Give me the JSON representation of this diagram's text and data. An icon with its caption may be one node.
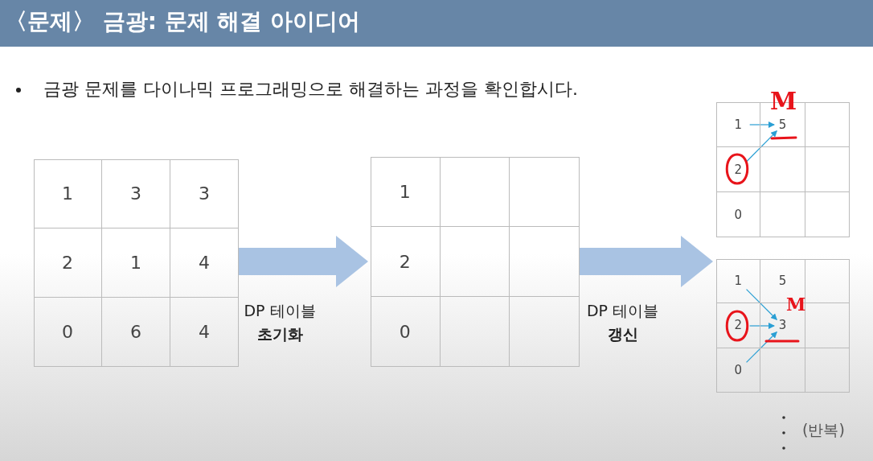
{
  "diagram": {
    "title": "〈문제〉 금광: 문제 해결 아이디어",
    "nodes": [
      {
        "text": [],
        "shape": "box"
      },
      {
        "text": [
          "1"
        ],
        "in": 0
      },
      {
        "text": [
          "3"
        ],
        "in": 0
      },
      {
        "text": [
          "3"
        ],
        "in": 0
      },
      {
        "text": [
          "2"
        ],
        "in": 0
      },
      {
        "text": [
          "1"
        ],
        "in": 0
      },
      {
        "text": [
          "4"
        ],
        "in": 0
      },
      {
        "text": [
          "0"
        ],
        "in": 0
      },
      {
        "text": [
          "6"
        ],
        "in": 0
      },
      {
        "text": [
          "4"
        ],
        "in": 0
      },
      {
        "text": [],
        "shape": "box"
      },
      {
        "text": [
          "1"
        ],
        "in": 10
      },
      {
        "text": [],
        "shape": "box",
        "in": 10
      },
      {
        "text": [],
        "shape": "box",
        "in": 10
      },
      {
        "text": [
          "2"
        ],
        "in": 10
      },
      {
        "text": [],
        "shape": "box",
        "in": 10
      },
      {
        "text": [],
        "shape": "box",
        "in": 10
      },
      {
        "text": [
          "0"
        ],
        "in": 10
      },
      {
        "text": [],
        "shape": "box",
        "in": 10
      },
      {
        "text": [],
        "shape": "box",
        "in": 10
      },
      {
        "text": [],
        "shape": "box"
      },
      {
        "text": [
          "1"
        ],
        "in": 20
      },
      {
        "text": [
          "5"
        ],
        "in": 20
      },
      {
        "text": [],
        "shape": "box",
        "in": 20
      },
      {
        "text": [
          "2"
        ],
        "in": 20
      },
      {
        "text": [],
        "shape": "box",
        "in": 20
      },
      {
        "text": [],
        "shape": "box",
        "in": 20
      },
      {
        "text": [
          "0"
        ],
        "in": 20
      },
      {
        "text": [],
        "shape": "box",
        "in": 20
      },
      {
        "text": [],
        "shape": "box",
        "in": 20
      },
      {
        "text": [],
        "shape": "box"
      },
      {
        "text": [
          "1"
        ],
        "in": 30
      },
      {
        "text": [
          "5"
        ],
        "in": 30
      },
      {
        "text": [],
        "shape": "box",
        "in": 30
      },
      {
        "text": [
          "2"
        ],
        "in": 30
      },
      {
        "text": [
          "3"
        ],
        "in": 30
      },
      {
        "text": [],
        "shape": "box",
        "in": 30
      },
      {
        "text": [
          "0"
        ],
        "in": 30
      },
      {
        "text": [],
        "shape": "box",
        "in": 30
      },
      {
        "text": [],
        "shape": "box",
        "in": 30
      }
    ],
    "edges": [
      {
        "from": 0,
        "to": 10,
        "arrow": "to",
        "label": "DP 테이블 **초기화**",
        "style": "thick",
        "color": "#a9c3e3"
      },
      {
        "from": 10,
        "to": 20,
        "arrow": "to",
        "label": "DP 테이블 **갱신**",
        "style": "thick",
        "color": "#a9c3e3"
      },
      {
        "from": 10,
        "to": 30,
        "arrow": "to",
        "style": "thick",
        "color": "#a9c3e3"
      },
      {
        "from": 21,
        "to": 22,
        "arrow": "to"
      },
      {
        "from": 24,
        "to": 22,
        "arrow": "to"
      },
      {
        "from": 31,
        "to": 35,
        "arrow": "to"
      },
      {
        "from": 34,
        "to": 35,
        "arrow": "to"
      },
      {
        "from": 37,
        "to": 35,
        "arrow": "to"
      }
    ],
    "labels": [
      "금광 문제를 다이나믹 프로그래밍으로 해결하는 과정을 확인합시다.",
      "M",
      "M",
      "(반복)"
    ]
  }
}
